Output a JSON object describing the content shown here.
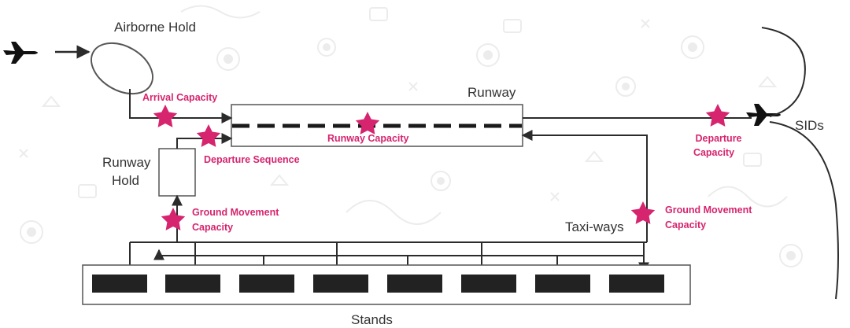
{
  "labels": {
    "airborne_hold": "Airborne Hold",
    "runway": "Runway",
    "runway_hold_line1": "Runway",
    "runway_hold_line2": "Hold",
    "taxi_ways": "Taxi-ways",
    "stands": "Stands",
    "sids": "SIDs"
  },
  "capacities": {
    "arrival": "Arrival Capacity",
    "departure_sequence": "Departure Sequence",
    "runway": "Runway Capacity",
    "departure_line1": "Departure",
    "departure_line2": "Capacity",
    "ground_left_line1": "Ground Movement",
    "ground_left_line2": "Capacity",
    "ground_right_line1": "Ground Movement",
    "ground_right_line2": "Capacity"
  },
  "colors": {
    "accent": "#d6246e",
    "line": "#2b2b2b",
    "stand_fill": "#222222",
    "background_pattern": "#ececec"
  },
  "icons": [
    "airplane-icon",
    "star-icon"
  ],
  "stand_count": 8
}
